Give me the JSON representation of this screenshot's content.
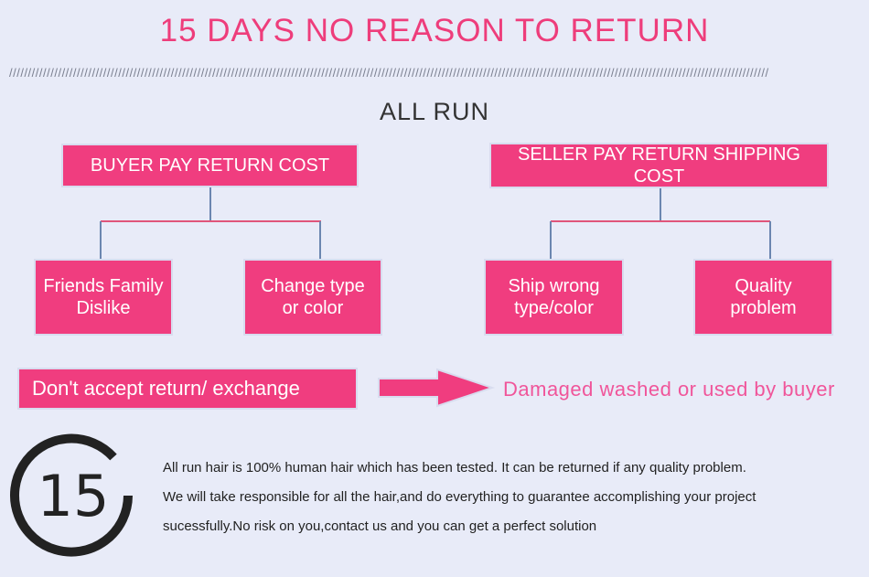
{
  "title": "15 DAYS NO REASON TO RETURN",
  "separator": "//////////////////////////////////////////////////////////////////////////////////////////////////////////////////////////////////////////////////////////////////////////////////////////////////////////",
  "subtitle": "ALL RUN",
  "left_branch": {
    "header": "BUYER PAY RETURN COST",
    "items": [
      "Friends Family Dislike",
      "Change type or color"
    ]
  },
  "right_branch": {
    "header": "SELLER PAY RETURN SHIPPING COST",
    "items": [
      "Ship wrong type/color",
      "Quality problem"
    ]
  },
  "no_return_label": "Don't accept return/ exchange",
  "no_return_reason": "Damaged washed or used by buyer",
  "logo_number": "15",
  "description": [
    "All run hair is 100% human hair which has been tested. It can be returned if any quality problem.",
    "We will take responsible for all the hair,and do everything to guarantee accomplishing your project",
    "sucessfully.No risk on you,contact us and you can get a perfect solution"
  ],
  "colors": {
    "accent": "#f03d7f",
    "title": "#ee3d7b",
    "connector": "#6b86b0",
    "background": "#e8ebf8"
  }
}
